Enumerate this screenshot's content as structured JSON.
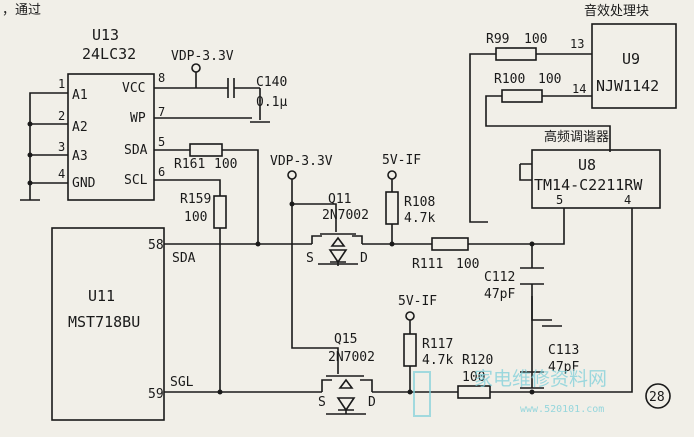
{
  "header_fragment": "，通过",
  "u13": {
    "ref": "U13",
    "part": "24LC32",
    "pins": {
      "a1": "A1",
      "a2": "A2",
      "a3": "A3",
      "gnd": "GND",
      "vcc": "VCC",
      "wp": "WP",
      "sda": "SDA",
      "scl": "SCL"
    },
    "nums": {
      "p1": "1",
      "p2": "2",
      "p3": "3",
      "p4": "4",
      "p8": "8",
      "p7": "7",
      "p5": "5",
      "p6": "6"
    }
  },
  "u11": {
    "ref": "U11",
    "part": "MST718BU",
    "pins": {
      "sda": "SDA",
      "scl": "SGL"
    },
    "nums": {
      "p58": "58",
      "p59": "59"
    }
  },
  "u9": {
    "ref": "U9",
    "part": "NJW1142",
    "title": "音效处理块",
    "nums": {
      "p13": "13",
      "p14": "14"
    }
  },
  "u8": {
    "ref": "U8",
    "part": "TM14-C2211RW",
    "title": "高频调谐器",
    "nums": {
      "p5": "5",
      "p4": "4"
    }
  },
  "c140": {
    "ref": "C140",
    "value": "0.1μ"
  },
  "c112": {
    "ref": "C112",
    "value": "47pF"
  },
  "c113": {
    "ref": "C113",
    "value": "47pF"
  },
  "r161": {
    "ref": "R161",
    "value": "100"
  },
  "r159": {
    "ref": "R159",
    "value": "100"
  },
  "r99": {
    "ref": "R99",
    "value": "100"
  },
  "r100": {
    "ref": "R100",
    "value": "100"
  },
  "r108": {
    "ref": "R108",
    "value": "4.7k"
  },
  "r111": {
    "ref": "R111",
    "value": "100"
  },
  "r117": {
    "ref": "R117",
    "value": "4.7k"
  },
  "r120": {
    "ref": "R120",
    "value": "100"
  },
  "q11": {
    "ref": "Q11",
    "part": "2N7002",
    "s": "S",
    "d": "D"
  },
  "q15": {
    "ref": "Q15",
    "part": "2N7002",
    "s": "S",
    "d": "D"
  },
  "rails": {
    "vdp_a": "VDP-3.3V",
    "vdp_b": "VDP-3.3V",
    "v5_a": "5V-IF",
    "v5_b": "5V-IF"
  },
  "figure_number": "28",
  "watermark": {
    "text": "家电维修资料网",
    "url": "www.520101.com"
  }
}
